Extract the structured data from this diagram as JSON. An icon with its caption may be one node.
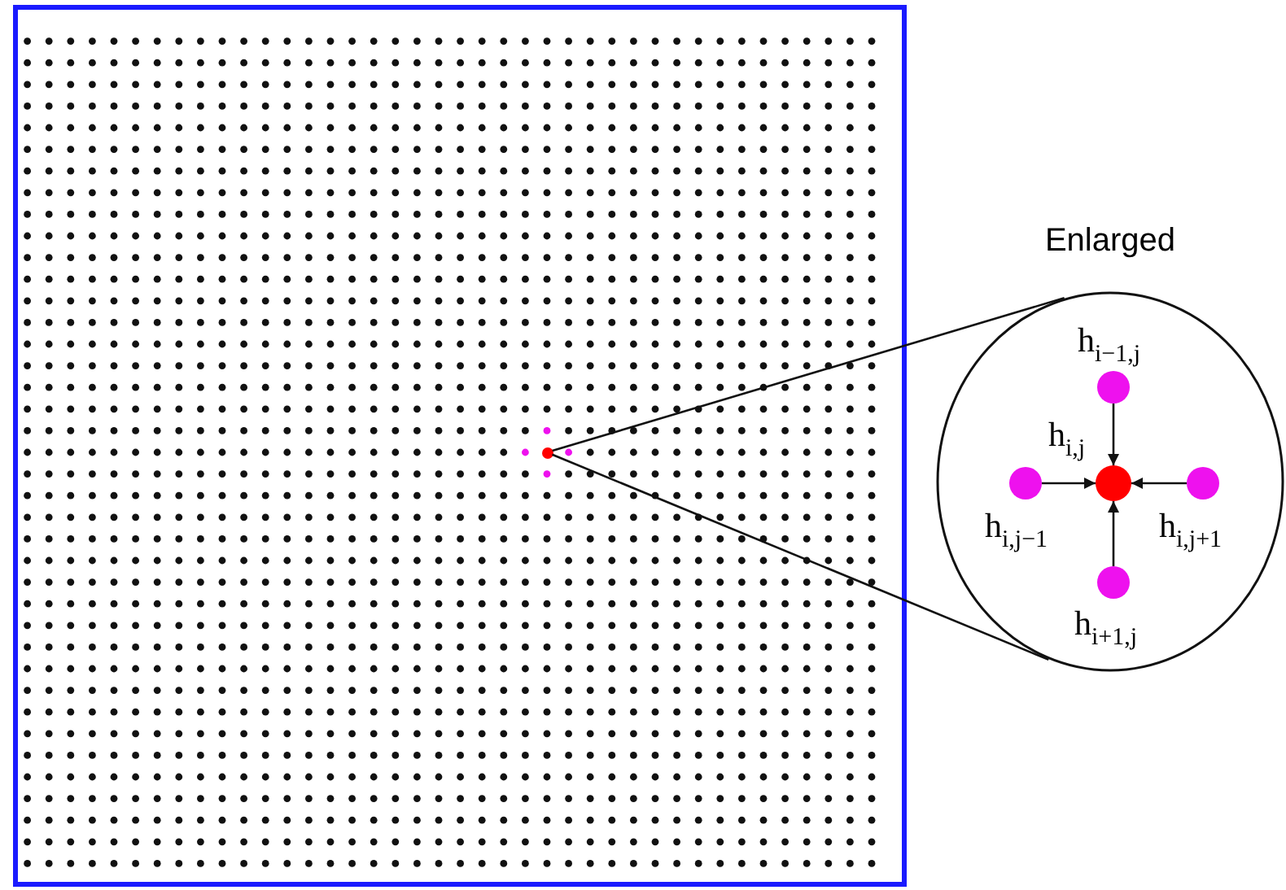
{
  "diagram": {
    "nodes": [
      {
        "text": [],
        "shape": "box"
      },
      {
        "text": [],
        "shape": "circle",
        "in": 0
      },
      {
        "text": [
          "Enlarged"
        ]
      },
      {
        "text": [],
        "shape": "circle",
        "in": 2,
        "beside": [
          "h$_{i−1,j}$"
        ]
      },
      {
        "text": [],
        "shape": "circle",
        "in": 2,
        "beside": [
          "h$_{i,j−1}$"
        ]
      },
      {
        "text": [],
        "shape": "circle",
        "in": 2,
        "beside": [
          "h$_{i,j}$"
        ]
      },
      {
        "text": [],
        "shape": "circle",
        "in": 2,
        "beside": [
          "h$_{i,j+1}$"
        ]
      },
      {
        "text": [],
        "shape": "circle",
        "in": 2,
        "beside": [
          "h$_{i+1,j}$"
        ]
      }
    ],
    "edges": [
      {
        "from": 1,
        "to": 2,
        "arrow": "none"
      },
      {
        "from": 1,
        "to": 2,
        "arrow": "none"
      },
      {
        "from": 3,
        "to": 5,
        "arrow": "to"
      },
      {
        "from": 4,
        "to": 5,
        "arrow": "to"
      },
      {
        "from": 6,
        "to": 5,
        "arrow": "to"
      },
      {
        "from": 7,
        "to": 5,
        "arrow": "to"
      }
    ]
  }
}
